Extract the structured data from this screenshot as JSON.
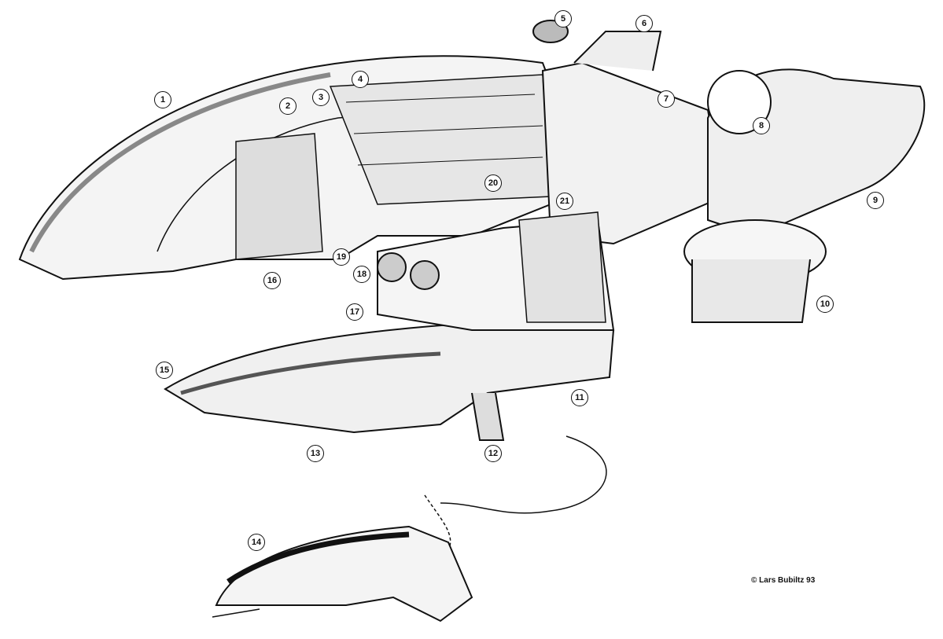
{
  "callouts": [
    "1",
    "2",
    "3",
    "4",
    "5",
    "6",
    "7",
    "8",
    "9",
    "10",
    "11",
    "12",
    "13",
    "14",
    "15",
    "16",
    "17",
    "18",
    "19",
    "20",
    "21"
  ],
  "credit": "© Lars Bubiltz 93",
  "colors": {
    "ink": "#111111",
    "tone": "#9a9a9a",
    "paper": "#ffffff"
  }
}
